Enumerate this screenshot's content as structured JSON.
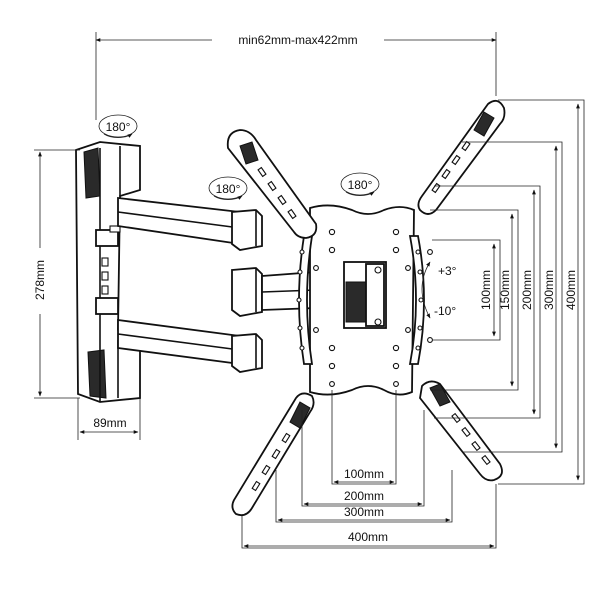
{
  "dimensions": {
    "arm_reach": "min62mm-max422mm",
    "wall_plate_height": "278mm",
    "wall_plate_width": "89mm",
    "vertical": [
      "100mm",
      "150mm",
      "200mm",
      "300mm",
      "400mm"
    ],
    "horizontal": [
      "100mm",
      "200mm",
      "300mm",
      "400mm"
    ]
  },
  "rotations": {
    "wall_pivot": "180°",
    "arm_pivot": "180°",
    "plate_pivot": "180°"
  },
  "tilt": {
    "up": "+3°",
    "down": "-10°"
  },
  "colors": {
    "line": "#111111",
    "background": "#ffffff"
  }
}
